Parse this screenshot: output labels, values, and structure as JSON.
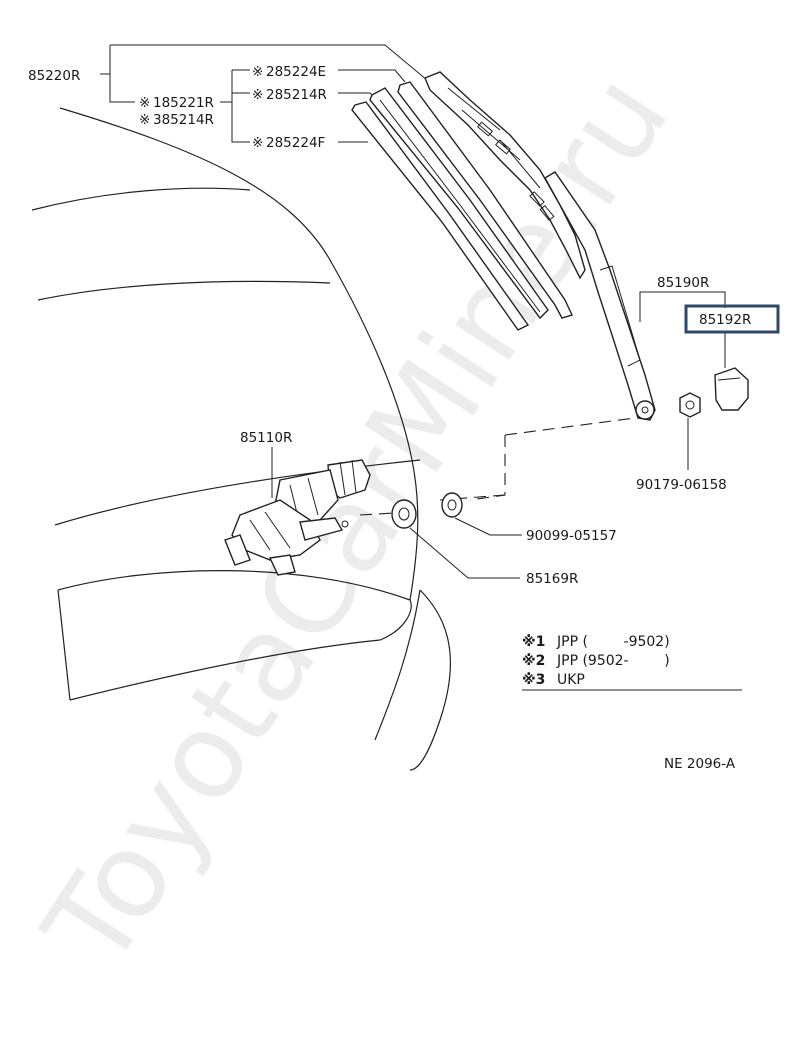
{
  "parts": {
    "wiper_assembly": "85220R",
    "blade_jpp1": "185221R",
    "blade_ukp": "385214R",
    "blade_marker_1": "※",
    "blade_marker_3": "※",
    "refill_e": "285224E",
    "refill_r": "285214R",
    "refill_f": "285224F",
    "refill_marker": "※",
    "arm": "85190R",
    "arm_cap": "85192R",
    "nut": "90179-06158",
    "motor": "85110R",
    "grommet_washer": "90099-05157",
    "grommet": "85169R"
  },
  "legend": [
    {
      "mark": "※1",
      "text": "JPP (        -9502)"
    },
    {
      "mark": "※2",
      "text": "JPP (9502-        )"
    },
    {
      "mark": "※3",
      "text": "UKP"
    }
  ],
  "diagram_code": "NE 2096-A",
  "watermark": "ToyotaCarMine.ru",
  "highlight_color": "#2d4a6b"
}
